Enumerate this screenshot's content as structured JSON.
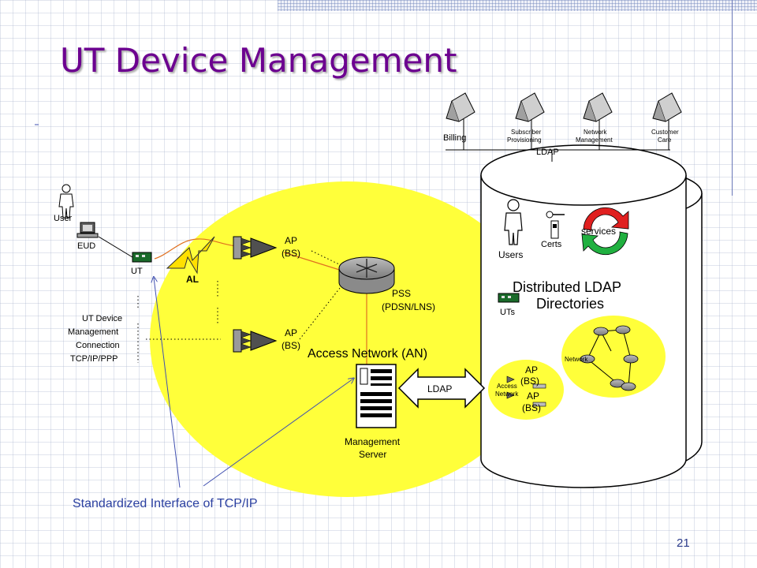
{
  "slide": {
    "title": "UT Device Management",
    "page_number": "21",
    "caption": "Standardized Interface of TCP/IP"
  },
  "left_stack": {
    "user": "User",
    "eud": "EUD",
    "ut": "UT",
    "al": "AL",
    "connection_lines": [
      "UT Device",
      "Management",
      "Connection",
      "TCP/IP/PPP"
    ]
  },
  "access_points": {
    "ap": "AP",
    "bs": "(BS)"
  },
  "pss": {
    "line1": "PSS",
    "line2": "(PDSN/LNS)"
  },
  "access_network": {
    "label": "Access Network  (AN)"
  },
  "management_server": {
    "line1": "Management",
    "line2": "Server"
  },
  "ldap_link": {
    "label": "LDAP"
  },
  "top_nodes": {
    "billing": "Billing",
    "subscriber": [
      "Subscriber",
      "Provisioning"
    ],
    "network": [
      "Network",
      "Management"
    ],
    "customer": [
      "Customer",
      "Care"
    ],
    "ldap": "LDAP"
  },
  "directory": {
    "users": "Users",
    "certs": "Certs",
    "services": "services",
    "uts": "UTs",
    "title": [
      "Distributed LDAP",
      "Directories"
    ]
  },
  "access_network_bubble": {
    "label": [
      "Access",
      "Network"
    ],
    "ap": "AP",
    "bs": "(BS)"
  },
  "network_bubble": {
    "label": "Network"
  },
  "colors": {
    "title": "#6c0090",
    "yellow_zone": "#ffff3a",
    "caption": "#2a3fa0",
    "link_orange": "#e07020",
    "services_red": "#e02020",
    "services_green": "#20b040"
  }
}
